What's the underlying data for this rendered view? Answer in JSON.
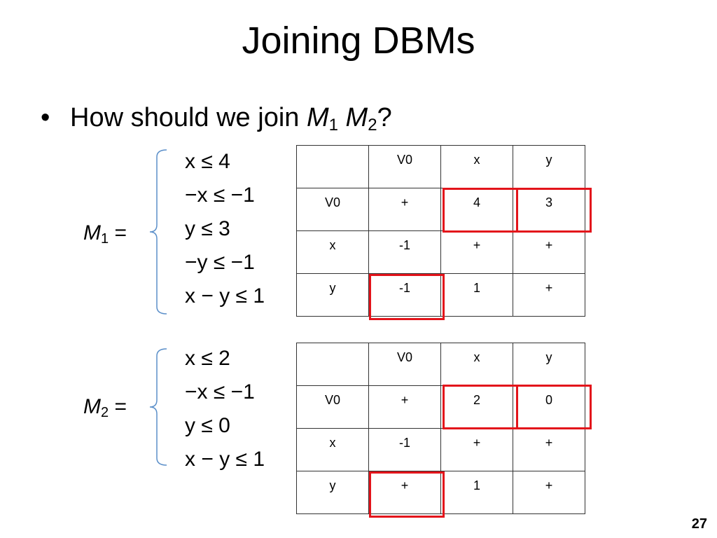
{
  "slide": {
    "title": "Joining DBMs",
    "page_number": "27"
  },
  "bullet": {
    "symbol": "•",
    "prefix": "How should we join ",
    "m1": "M",
    "m1_sub": "1",
    "operator": "",
    "m2": "M",
    "m2_sub": "2",
    "suffix": "?"
  },
  "m1": {
    "label_var": "M",
    "label_sub": "1",
    "label_eq": " =",
    "constraints": [
      "x ≤ 4",
      "−x ≤ −1",
      "y ≤ 3",
      "−y ≤ −1",
      "x − y ≤ 1"
    ],
    "table": {
      "header": [
        "",
        "V0",
        "x",
        "y"
      ],
      "rows": [
        [
          "V0",
          "+",
          "4",
          "3"
        ],
        [
          "x",
          "-1",
          "+",
          "+"
        ],
        [
          "y",
          "-1",
          "1",
          "+"
        ]
      ]
    }
  },
  "m2": {
    "label_var": "M",
    "label_sub": "2",
    "label_eq": " =",
    "constraints": [
      "x ≤ 2",
      "−x ≤ −1",
      "y ≤ 0",
      "x − y ≤ 1"
    ],
    "table": {
      "header": [
        "",
        "V0",
        "x",
        "y"
      ],
      "rows": [
        [
          "V0",
          "+",
          "2",
          "0"
        ],
        [
          "x",
          "-1",
          "+",
          "+"
        ],
        [
          "y",
          "+",
          "1",
          "+"
        ]
      ]
    }
  },
  "colors": {
    "highlight": "#e3141b",
    "brace": "#5b8fc9",
    "grid": "#333333"
  }
}
